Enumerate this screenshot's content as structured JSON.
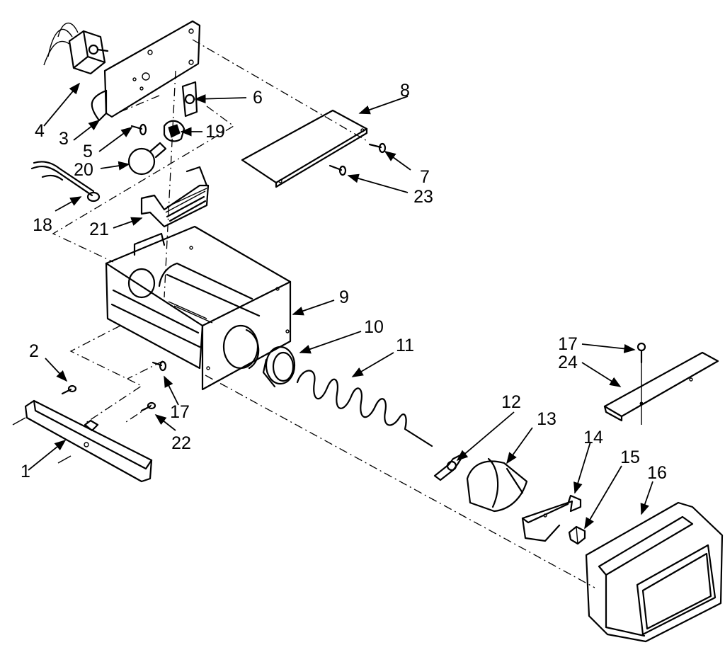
{
  "callouts": {
    "c1": "1",
    "c2": "2",
    "c3": "3",
    "c4": "4",
    "c5": "5",
    "c6": "6",
    "c7": "7",
    "c8": "8",
    "c9": "9",
    "c10": "10",
    "c11": "11",
    "c12": "12",
    "c13": "13",
    "c14": "14",
    "c15": "15",
    "c16": "16",
    "c17a": "17",
    "c17b": "17",
    "c18": "18",
    "c19": "19",
    "c20": "20",
    "c21": "21",
    "c22": "22",
    "c23": "23",
    "c24": "24"
  },
  "colors": {
    "ink": "#000000",
    "paper": "#ffffff"
  }
}
